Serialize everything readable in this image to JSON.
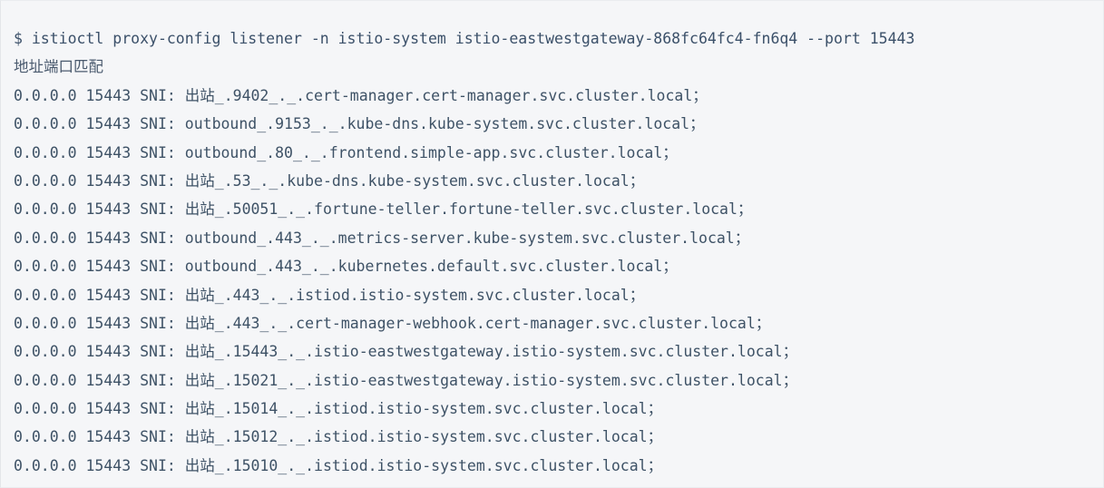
{
  "terminal": {
    "prompt_symbol": "$",
    "command": "istioctl proxy-config listener -n istio-system istio-eastwestgateway-868fc64fc4-fn6q4 --port 15443",
    "command_line": "$ istioctl proxy-config listener -n istio-system istio-eastwestgateway-868fc64fc4-fn6q4 --port 15443",
    "header_line": "地址端口匹配",
    "header_columns": [
      "地址",
      "端口",
      "匹配"
    ],
    "background_color": "#f5f6f8",
    "text_color": "#3e5266",
    "rows": [
      {
        "address": "0.0.0.0",
        "port": "15443",
        "match_prefix": "SNI: ",
        "direction": "出站",
        "suffix": "_.9402_._.cert-manager.cert-manager.svc.cluster.local；",
        "full": "0.0.0.0 15443 SNI: 出站_.9402_._.cert-manager.cert-manager.svc.cluster.local；"
      },
      {
        "address": "0.0.0.0",
        "port": "15443",
        "match_prefix": "SNI: ",
        "direction": "outbound",
        "suffix": "_.9153_._.kube-dns.kube-system.svc.cluster.local；",
        "full": "0.0.0.0 15443 SNI: outbound_.9153_._.kube-dns.kube-system.svc.cluster.local；"
      },
      {
        "address": "0.0.0.0",
        "port": "15443",
        "match_prefix": "SNI: ",
        "direction": "outbound",
        "suffix": "_.80_._.frontend.simple-app.svc.cluster.local；",
        "full": "0.0.0.0 15443 SNI: outbound_.80_._.frontend.simple-app.svc.cluster.local；"
      },
      {
        "address": "0.0.0.0",
        "port": "15443",
        "match_prefix": "SNI: ",
        "direction": "出站",
        "suffix": "_.53_._.kube-dns.kube-system.svc.cluster.local；",
        "full": "0.0.0.0 15443 SNI: 出站_.53_._.kube-dns.kube-system.svc.cluster.local；"
      },
      {
        "address": "0.0.0.0",
        "port": "15443",
        "match_prefix": "SNI: ",
        "direction": "出站",
        "suffix": "_.50051_._.fortune-teller.fortune-teller.svc.cluster.local；",
        "full": "0.0.0.0 15443 SNI: 出站_.50051_._.fortune-teller.fortune-teller.svc.cluster.local；"
      },
      {
        "address": "0.0.0.0",
        "port": "15443",
        "match_prefix": "SNI: ",
        "direction": "outbound",
        "suffix": "_.443_._.metrics-server.kube-system.svc.cluster.local；",
        "full": "0.0.0.0 15443 SNI: outbound_.443_._.metrics-server.kube-system.svc.cluster.local；"
      },
      {
        "address": "0.0.0.0",
        "port": "15443",
        "match_prefix": "SNI: ",
        "direction": "outbound",
        "suffix": "_.443_._.kubernetes.default.svc.cluster.local；",
        "full": "0.0.0.0 15443 SNI: outbound_.443_._.kubernetes.default.svc.cluster.local；"
      },
      {
        "address": "0.0.0.0",
        "port": "15443",
        "match_prefix": "SNI: ",
        "direction": "出站",
        "suffix": "_.443_._.istiod.istio-system.svc.cluster.local；",
        "full": "0.0.0.0 15443 SNI: 出站_.443_._.istiod.istio-system.svc.cluster.local；"
      },
      {
        "address": "0.0.0.0",
        "port": "15443",
        "match_prefix": "SNI: ",
        "direction": "出站",
        "suffix": "_.443_._.cert-manager-webhook.cert-manager.svc.cluster.local；",
        "full": "0.0.0.0 15443 SNI: 出站_.443_._.cert-manager-webhook.cert-manager.svc.cluster.local；"
      },
      {
        "address": "0.0.0.0",
        "port": "15443",
        "match_prefix": "SNI: ",
        "direction": "出站",
        "suffix": "_.15443_._.istio-eastwestgateway.istio-system.svc.cluster.local；",
        "full": "0.0.0.0 15443 SNI: 出站_.15443_._.istio-eastwestgateway.istio-system.svc.cluster.local；"
      },
      {
        "address": "0.0.0.0",
        "port": "15443",
        "match_prefix": "SNI: ",
        "direction": "出站",
        "suffix": "_.15021_._.istio-eastwestgateway.istio-system.svc.cluster.local；",
        "full": "0.0.0.0 15443 SNI: 出站_.15021_._.istio-eastwestgateway.istio-system.svc.cluster.local；"
      },
      {
        "address": "0.0.0.0",
        "port": "15443",
        "match_prefix": "SNI: ",
        "direction": "出站",
        "suffix": "_.15014_._.istiod.istio-system.svc.cluster.local；",
        "full": "0.0.0.0 15443 SNI: 出站_.15014_._.istiod.istio-system.svc.cluster.local；"
      },
      {
        "address": "0.0.0.0",
        "port": "15443",
        "match_prefix": "SNI: ",
        "direction": "出站",
        "suffix": "_.15012_._.istiod.istio-system.svc.cluster.local；",
        "full": "0.0.0.0 15443 SNI: 出站_.15012_._.istiod.istio-system.svc.cluster.local；"
      },
      {
        "address": "0.0.0.0",
        "port": "15443",
        "match_prefix": "SNI: ",
        "direction": "出站",
        "suffix": "_.15010_._.istiod.istio-system.svc.cluster.local；",
        "full": "0.0.0.0 15443 SNI: 出站_.15010_._.istiod.istio-system.svc.cluster.local；"
      }
    ]
  }
}
